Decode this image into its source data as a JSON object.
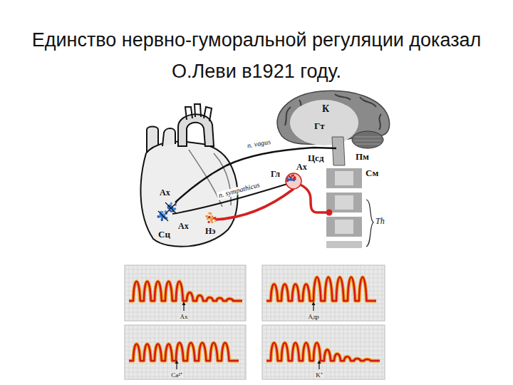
{
  "diagram": {
    "title": "Единство нервно-гуморальной регуляции доказал О.Леви в1921 году.",
    "nodes": [
      {
        "text": [
          "Ах"
        ]
      },
      {
        "text": [
          "Адр"
        ]
      },
      {
        "text": [
          "Ca²⁺"
        ]
      },
      {
        "text": [
          "K⁺"
        ]
      }
    ],
    "labels": [
      "К",
      "Гт",
      "Цсд",
      "Пм",
      "n. vagus",
      "n. sympathicus",
      "Ах",
      "Гл",
      "См",
      "Th",
      "Ах",
      "Ах",
      "Сц",
      "Нэ"
    ]
  }
}
